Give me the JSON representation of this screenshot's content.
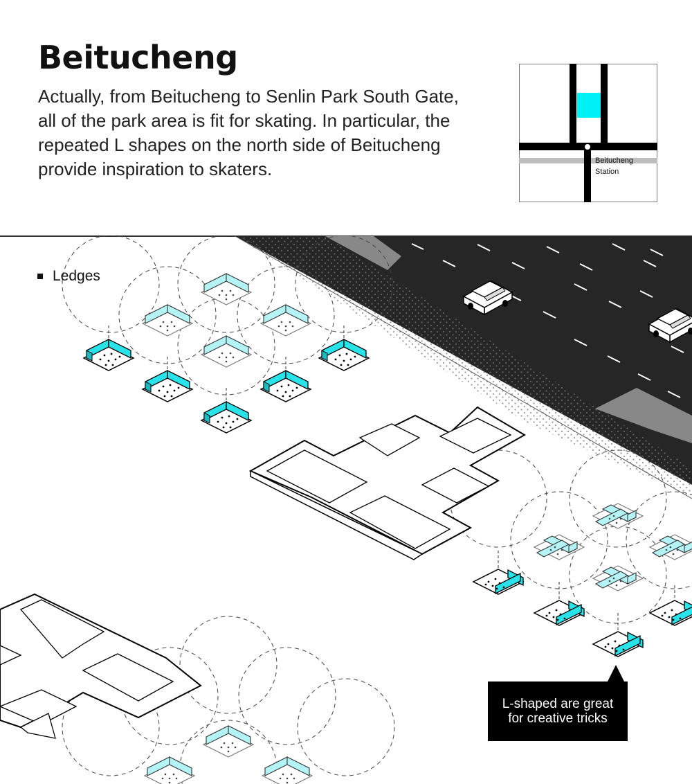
{
  "header": {
    "title": "Beitucheng",
    "description": "Actually, from Beitucheng to Senlin Park South Gate, all of the park area is fit for skating. In particular, the repeated L shapes on the north side of Beitucheng provide inspiration to skaters."
  },
  "locator_map": {
    "station_label_line1": "Beitucheng",
    "station_label_line2": "Station"
  },
  "legend": {
    "label": "Ledges"
  },
  "callout": {
    "line1": "L-shaped are great",
    "line2": "for creative tricks"
  },
  "colors": {
    "ledge": "#29e3ea",
    "ledge_light": "#b4f3f6",
    "road": "#262626",
    "road_edge": "#9a9a9a",
    "locator_highlight": "#00f0f7"
  }
}
